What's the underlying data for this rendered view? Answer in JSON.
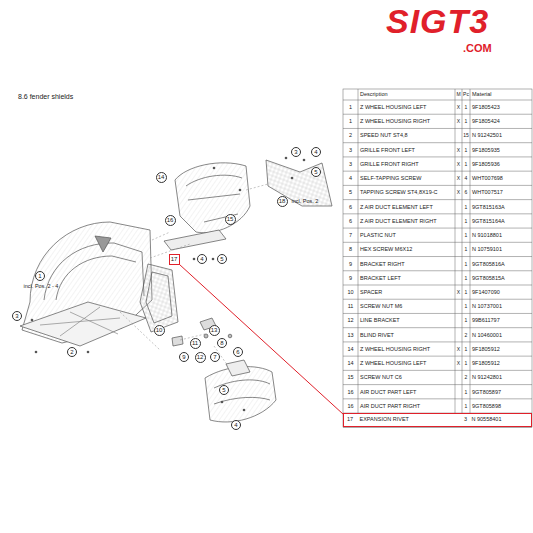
{
  "diagram": {
    "title": "8.6 fender shields",
    "nodes": [
      {
        "text": [
          "3"
        ]
      },
      {
        "text": [
          "4"
        ]
      },
      {
        "text": [
          "5"
        ]
      },
      {
        "text": [
          "14"
        ]
      },
      {
        "text": [
          "18",
          "incl. Pos. 2"
        ]
      },
      {
        "text": [
          "16"
        ]
      },
      {
        "text": [
          "15"
        ]
      },
      {
        "text": [
          "17"
        ]
      },
      {
        "text": [
          "4"
        ]
      },
      {
        "text": [
          "5"
        ]
      },
      {
        "text": [
          "1",
          "incl. Pos. 2 - 4"
        ]
      },
      {
        "text": [
          "3"
        ]
      },
      {
        "text": [
          "10"
        ]
      },
      {
        "text": [
          "13"
        ]
      },
      {
        "text": [
          "11"
        ]
      },
      {
        "text": [
          "8"
        ]
      },
      {
        "text": [
          "9"
        ]
      },
      {
        "text": [
          "12"
        ]
      },
      {
        "text": [
          "7"
        ]
      },
      {
        "text": [
          "6"
        ]
      },
      {
        "text": [
          "2"
        ]
      },
      {
        "text": [
          "5"
        ]
      },
      {
        "text": [
          "4"
        ]
      },
      {
        "text": [
          "17",
          "EXPANSION RIVET",
          "3",
          "N 90558401"
        ]
      }
    ],
    "edges": [
      {
        "from": 7,
        "to": 23,
        "arrow": "none"
      }
    ],
    "labels": [
      "SIGT3",
      ".COM",
      "Description",
      "M",
      "Pc",
      "Material",
      "1",
      "Z WHEEL HOUSING LEFT",
      "X",
      "1",
      "9F1805423",
      "1",
      "Z WHEEL HOUSING RIGHT",
      "X",
      "1",
      "9F1805424",
      "2",
      "SPEED NUT ST4,8",
      "15",
      "N 91242501",
      "3",
      "GRILLE FRONT LEFT",
      "X",
      "1",
      "9F1805935",
      "3",
      "GRILLE FRONT RIGHT",
      "X",
      "1",
      "9F1805936",
      "4",
      "SELF-TAPPING SCREW",
      "X",
      "4",
      "WHT007698",
      "5",
      "TAPPING SCREW ST4,8X19-C",
      "X",
      "6",
      "WHT007517",
      "6",
      "Z AIR DUCT ELEMENT LEFT",
      "1",
      "9GT815163A",
      "6",
      "Z AIR DUCT ELEMENT RIGHT",
      "1",
      "9GT815164A",
      "7",
      "PLASTIC NUT",
      "1",
      "N 91018801",
      "8",
      "HEX SCREW M6X12",
      "1",
      "N 10759101",
      "9",
      "BRACKET RIGHT",
      "1",
      "9GT805816A",
      "9",
      "BRACKET LEFT",
      "1",
      "9GT805815A",
      "10",
      "SPACER",
      "X",
      "1",
      "9F1407090",
      "11",
      "SCREW NUT M6",
      "1",
      "N 10737001",
      "12",
      "LINE BRACKET",
      "1",
      "99B611797",
      "13",
      "BLIND RIVET",
      "2",
      "N 10460001",
      "14",
      "Z WHEEL HOUSING RIGHT",
      "X",
      "1",
      "9F1805912",
      "14",
      "Z WHEEL HOUSING LEFT",
      "X",
      "1",
      "9F1805912",
      "15",
      "SCREW NUT C6",
      "2",
      "N 91242801",
      "16",
      "AIR DUCT PART LEFT",
      "1",
      "9GT805897",
      "16",
      "AIR DUCT PART RIGHT",
      "1",
      "9GT805898"
    ]
  }
}
